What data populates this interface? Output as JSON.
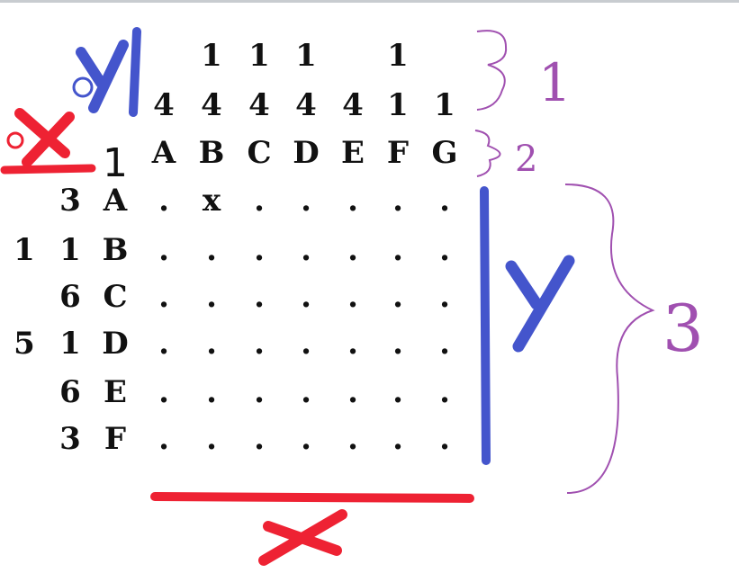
{
  "puzzle": {
    "column_hints_top": [
      "",
      "1",
      "1",
      "1",
      "",
      "1",
      ""
    ],
    "column_hints_bottom": [
      "4",
      "4",
      "4",
      "4",
      "4",
      "1",
      "1"
    ],
    "column_labels": [
      "A",
      "B",
      "C",
      "D",
      "E",
      "F",
      "G"
    ],
    "corner_marker": "1",
    "rows": [
      {
        "hint_left": "",
        "hint_right": "3",
        "label": "A",
        "cells": [
          ".",
          "x",
          ".",
          ".",
          ".",
          ".",
          "."
        ]
      },
      {
        "hint_left": "1",
        "hint_right": "1",
        "label": "B",
        "cells": [
          ".",
          ".",
          ".",
          ".",
          ".",
          ".",
          "."
        ]
      },
      {
        "hint_left": "",
        "hint_right": "6",
        "label": "C",
        "cells": [
          ".",
          ".",
          ".",
          ".",
          ".",
          ".",
          "."
        ]
      },
      {
        "hint_left": "5",
        "hint_right": "1",
        "label": "D",
        "cells": [
          ".",
          ".",
          ".",
          ".",
          ".",
          ".",
          "."
        ]
      },
      {
        "hint_left": "",
        "hint_right": "6",
        "label": "E",
        "cells": [
          ".",
          ".",
          ".",
          ".",
          ".",
          ".",
          "."
        ]
      },
      {
        "hint_left": "",
        "hint_right": "3",
        "label": "F",
        "cells": [
          ".",
          ".",
          ".",
          ".",
          ".",
          ".",
          "."
        ]
      }
    ]
  },
  "annotations": {
    "axis_top_left_y": "y",
    "axis_top_left_x": "x",
    "axis_right": "y",
    "axis_bottom": "x",
    "brace_labels": [
      "1",
      "2",
      "3"
    ],
    "colors": {
      "blue": "#4455cc",
      "red": "#ee2233",
      "purple": "#a050b0"
    }
  }
}
